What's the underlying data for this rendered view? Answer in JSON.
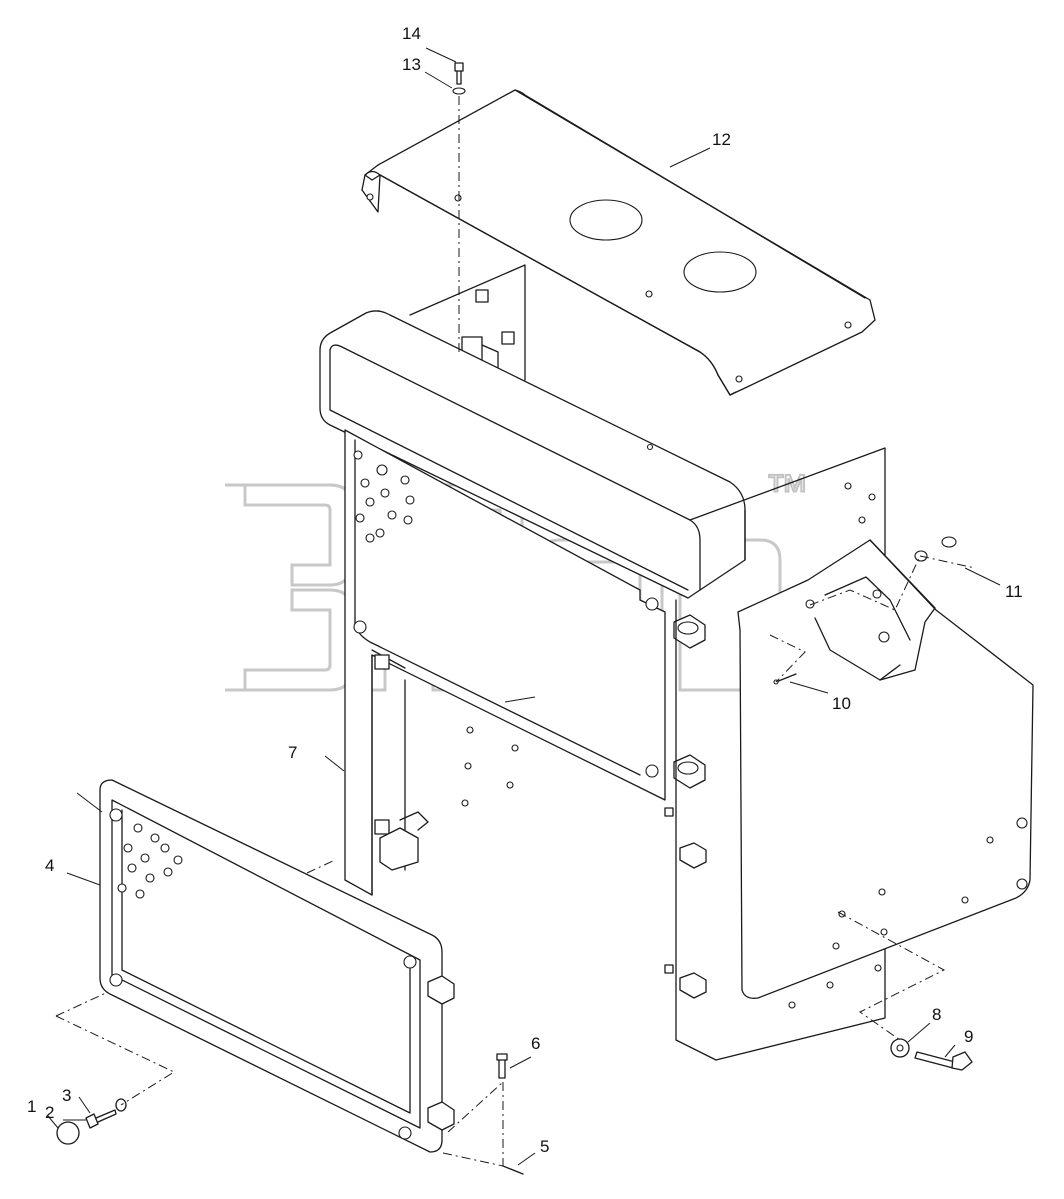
{
  "callouts": [
    {
      "id": "1",
      "label": "1"
    },
    {
      "id": "2",
      "label": "2"
    },
    {
      "id": "3",
      "label": "3"
    },
    {
      "id": "4",
      "label": "4"
    },
    {
      "id": "5",
      "label": "5"
    },
    {
      "id": "6",
      "label": "6"
    },
    {
      "id": "7",
      "label": "7"
    },
    {
      "id": "8",
      "label": "8"
    },
    {
      "id": "9",
      "label": "9"
    },
    {
      "id": "10",
      "label": "10"
    },
    {
      "id": "11",
      "label": "11"
    },
    {
      "id": "12",
      "label": "12"
    },
    {
      "id": "13",
      "label": "13"
    },
    {
      "id": "14",
      "label": "14"
    }
  ],
  "watermark": {
    "text": "3md",
    "mark": "™"
  }
}
